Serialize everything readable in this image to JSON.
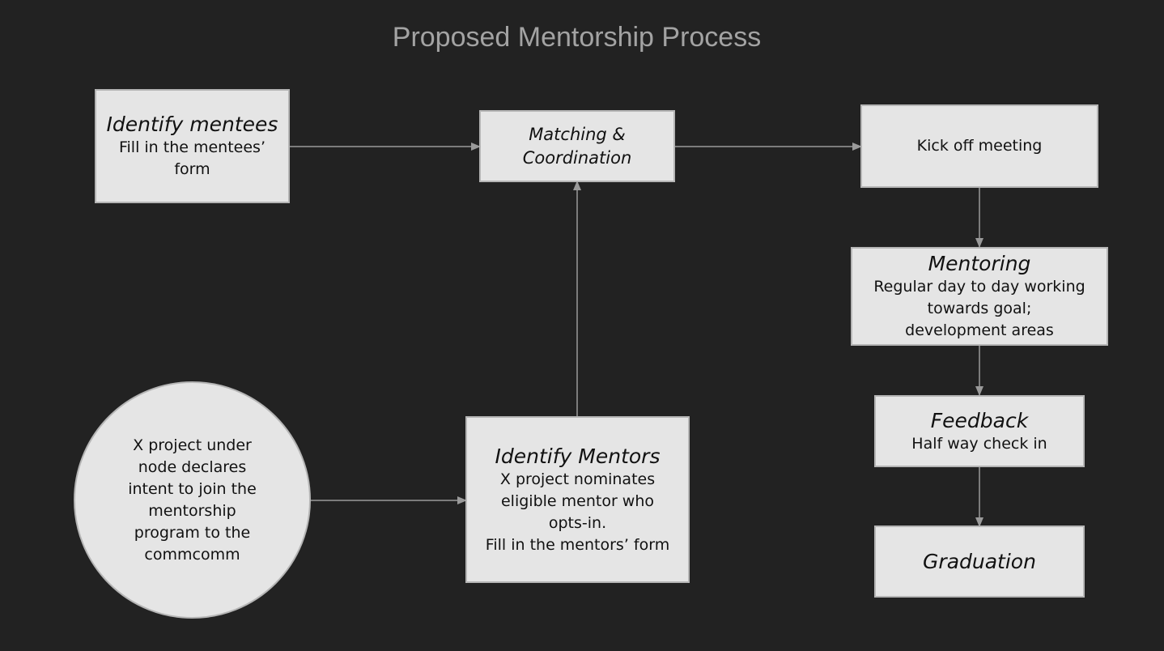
{
  "title": "Proposed Mentorship Process",
  "colors": {
    "background": "#222222",
    "node_fill": "#e5e5e5",
    "node_border": "#b5b5b5",
    "edge": "#9a9a9a",
    "title": "#a3a3a3"
  },
  "nodes": {
    "identify_mentees": {
      "heading": "Identify mentees",
      "body": "Fill in the mentees’\nform"
    },
    "matching": {
      "heading": "",
      "body": "Matching &\nCoordination"
    },
    "kickoff": {
      "heading": "",
      "body": "Kick off meeting"
    },
    "mentoring": {
      "heading": "Mentoring",
      "body": "Regular day to day working\ntowards goal;\ndevelopment areas"
    },
    "feedback": {
      "heading": "Feedback",
      "body": "Half way check in"
    },
    "graduation": {
      "heading": "Graduation",
      "body": ""
    },
    "identify_mentors": {
      "heading": "Identify Mentors",
      "body": "X project nominates\neligible mentor who\nopts-in.\nFill in the mentors’ form"
    },
    "declare_intent": {
      "heading": "",
      "body": "X project under\nnode declares\nintent to join the\nmentorship\nprogram to the\ncommcomm"
    }
  },
  "edges": [
    {
      "from": "identify_mentees",
      "to": "matching"
    },
    {
      "from": "matching",
      "to": "kickoff"
    },
    {
      "from": "kickoff",
      "to": "mentoring"
    },
    {
      "from": "mentoring",
      "to": "feedback"
    },
    {
      "from": "feedback",
      "to": "graduation"
    },
    {
      "from": "identify_mentors",
      "to": "matching"
    },
    {
      "from": "declare_intent",
      "to": "identify_mentors"
    }
  ]
}
